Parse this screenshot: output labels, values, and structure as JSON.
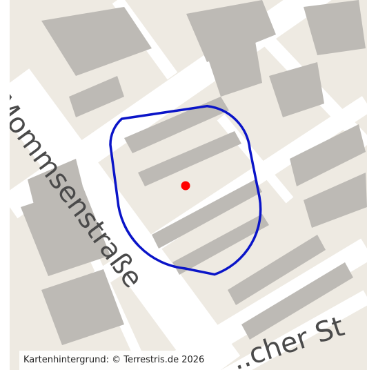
{
  "map": {
    "street_labels": {
      "main": "Mommsenstraße",
      "secondary": "..cher St"
    },
    "colors": {
      "background": "#eeeae2",
      "road": "#ffffff",
      "block": "#d8d4cc",
      "building": "#bdbab5",
      "buffer_outline": "#0a14c8",
      "location_point": "#ff0000"
    },
    "icons": [
      "location-point-icon"
    ]
  },
  "attribution": {
    "text": "Kartenhintergrund: © Terrestris.de 2026"
  }
}
